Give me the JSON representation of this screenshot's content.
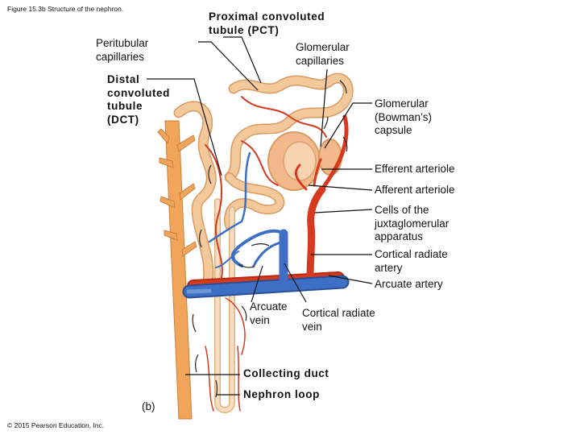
{
  "caption": "Figure 15.3b Structure of the nephron.",
  "copyright": "© 2015 Pearson Education, Inc.",
  "panel_label": "(b)",
  "labels": {
    "pct": "Proximal convoluted\ntubule (PCT)",
    "peritubular": "Peritubular\ncapillaries",
    "glomerular_cap": "Glomerular\ncapillaries",
    "dct": "Distal\nconvoluted\ntubule\n(DCT)",
    "bowman": "Glomerular\n(Bowman’s)\ncapsule",
    "efferent": "Efferent arteriole",
    "afferent": "Afferent arteriole",
    "jga": "Cells of the\njuxtaglomerular\napparatus",
    "cort_artery": "Cortical radiate\nartery",
    "arcuate_artery": "Arcuate artery",
    "arcuate_vein": "Arcuate\nvein",
    "cort_vein": "Cortical radiate\nvein",
    "collecting": "Collecting duct",
    "loop": "Nephron loop"
  },
  "colors": {
    "tubule": "#f3c89a",
    "tubule_edge": "#d99a62",
    "duct": "#f0a55a",
    "artery": "#d63a1e",
    "vein": "#3d6fc4",
    "capsule": "#f2b98a"
  }
}
